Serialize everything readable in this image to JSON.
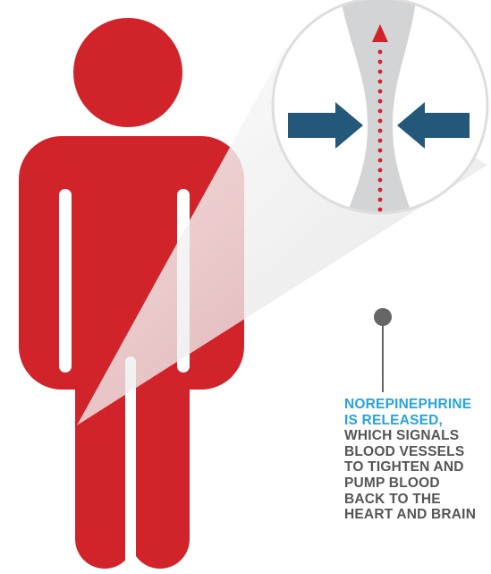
{
  "caption": {
    "highlight_lines": [
      "NOREPINEPHRINE",
      "IS RELEASED,"
    ],
    "body_lines": [
      "WHICH SIGNALS",
      "BLOOD VESSELS",
      "TO TIGHTEN AND",
      "PUMP BLOOD",
      "BACK TO THE",
      "HEART AND BRAIN"
    ]
  },
  "colors": {
    "figure": "#d1232a",
    "arrow": "#24587a",
    "vessel": "#d3d4d6",
    "caption_highlight": "#27a3dd",
    "caption_text": "#555557",
    "leader": "#666666"
  }
}
